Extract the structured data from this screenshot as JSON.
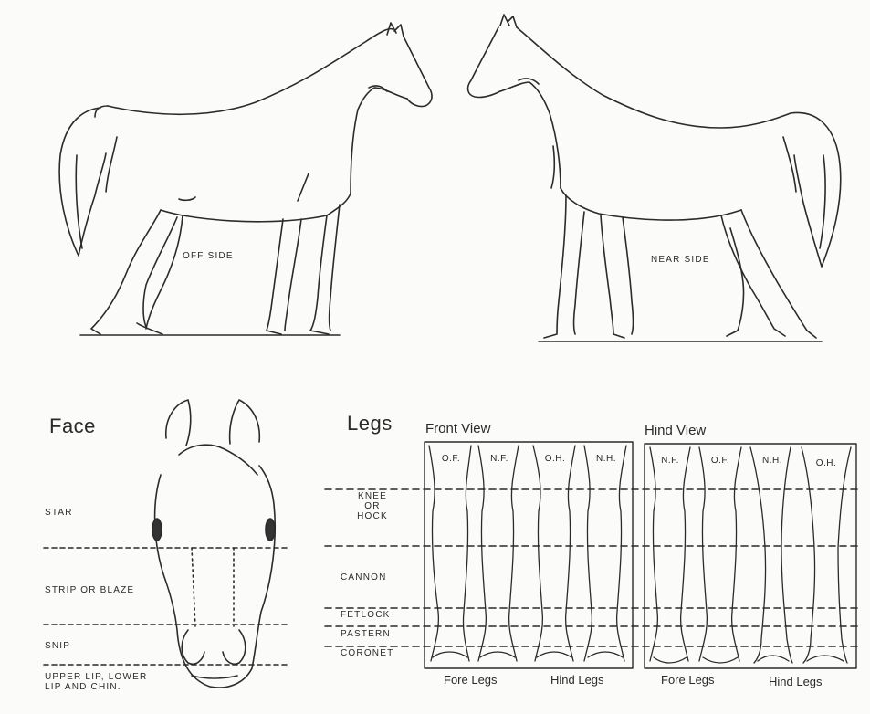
{
  "horses": {
    "off_side": "OFF SIDE",
    "near_side": "NEAR SIDE"
  },
  "face": {
    "title": "Face",
    "zones": [
      "STAR",
      "STRIP OR BLAZE",
      "SNIP",
      "UPPER LIP, LOWER\nLIP AND CHIN."
    ]
  },
  "legs": {
    "title": "Legs",
    "front_view": {
      "title": "Front View",
      "labels": [
        "O.F.",
        "N.F.",
        "O.H.",
        "N.H."
      ],
      "groups": [
        "Fore Legs",
        "Hind Legs"
      ]
    },
    "hind_view": {
      "title": "Hind View",
      "labels": [
        "N.F.",
        "O.F.",
        "N.H.",
        "O.H."
      ],
      "groups": [
        "Fore Legs",
        "Hind Legs"
      ]
    },
    "zones": [
      "KNEE\nOR\nHOCK",
      "CANNON",
      "FETLOCK",
      "PASTERN",
      "CORONET"
    ]
  }
}
